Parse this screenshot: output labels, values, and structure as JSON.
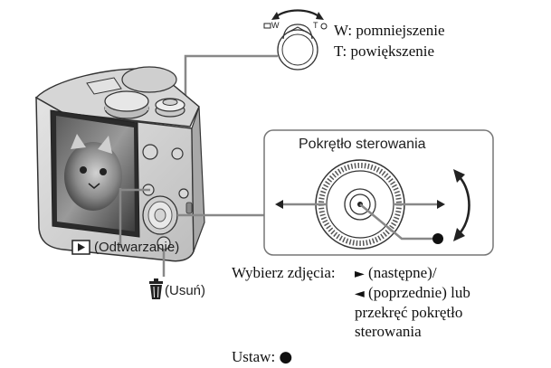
{
  "zoom_lever": {
    "wide_mark": "W",
    "tele_mark": "T",
    "wide_label": "W: pomniejszenie",
    "tele_label": "T: powiększenie"
  },
  "control_wheel": {
    "title": "Pokrętło sterowania"
  },
  "buttons": {
    "playback_label": "(Odtwarzanie)",
    "delete_label": "(Usuń)"
  },
  "instructions": {
    "select_prefix": "Wybierz zdjęcia:",
    "next_glyph": "►",
    "next_label": "(następne)/",
    "prev_glyph": "◄",
    "prev_label": "(poprzednie) lub",
    "rotate_line1": "przekręć pokrętło",
    "rotate_line2": "sterowania",
    "set_label": "Ustaw:",
    "set_glyph": "●"
  },
  "icons": {
    "zoom_lever": "zoom-lever-icon",
    "camera": "camera-illustration",
    "control_wheel": "control-wheel-icon",
    "playback": "playback-icon",
    "delete": "trash-icon",
    "rotate": "rotate-arrows-icon"
  }
}
